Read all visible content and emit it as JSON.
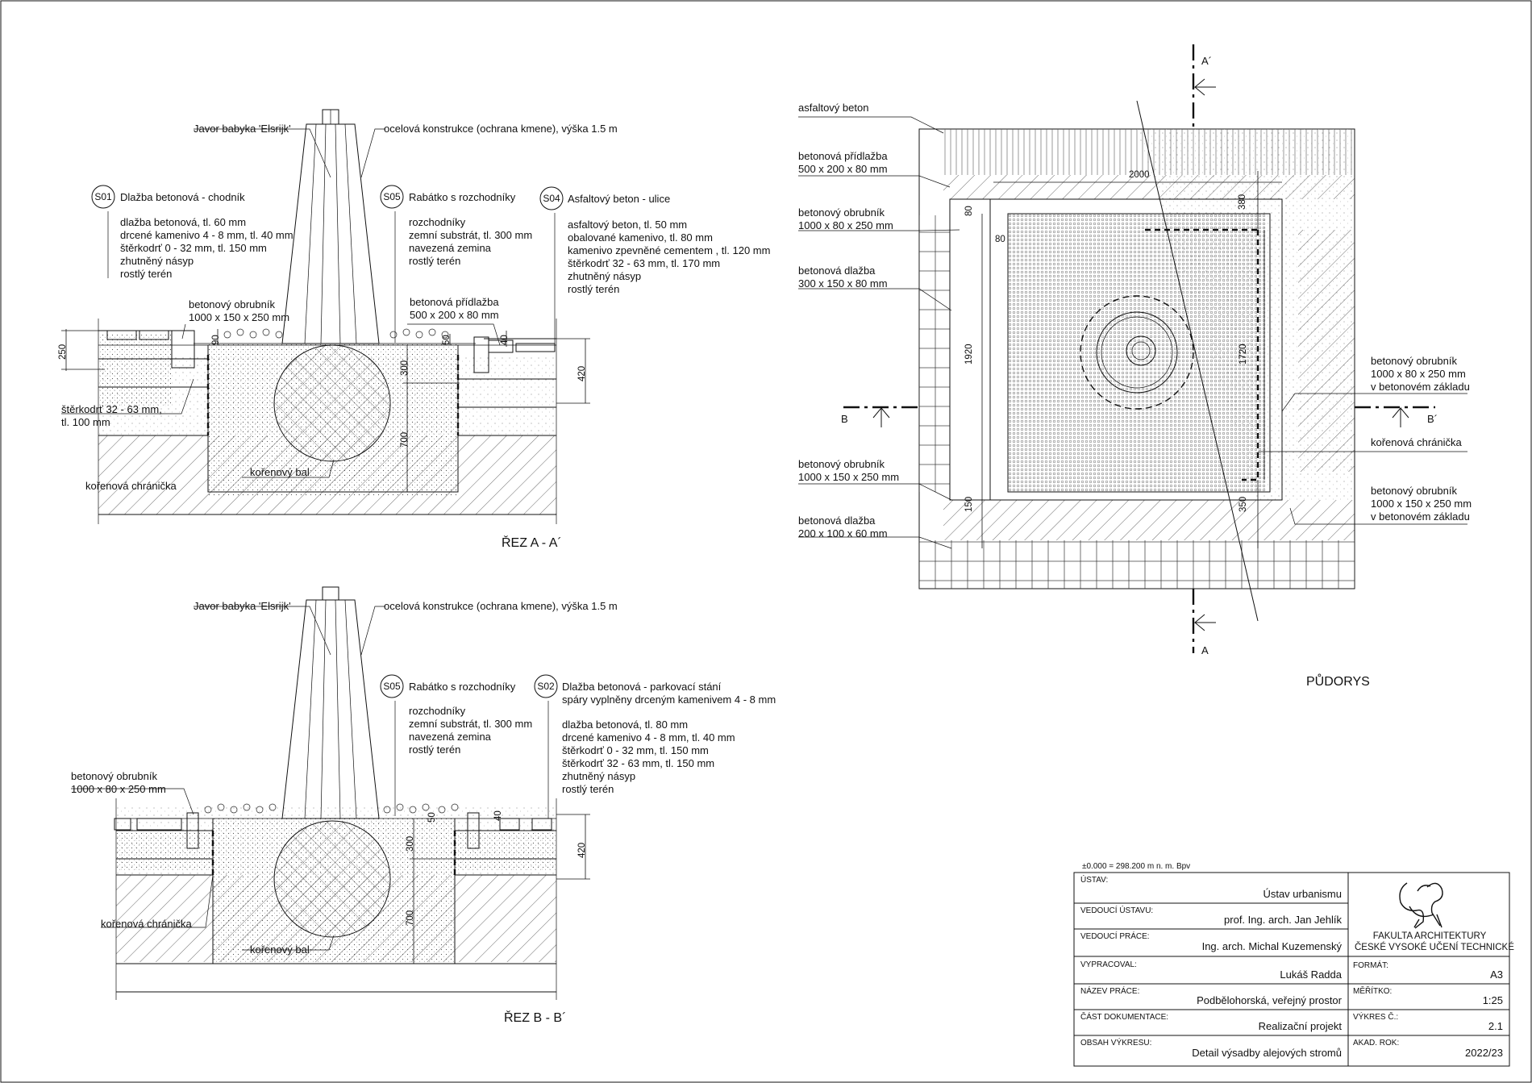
{
  "section_aa": {
    "title": "ŘEZ A - A´",
    "tree_label": "Javor babyka 'Elsrijk'",
    "steel_label": "ocelová konstrukce (ochrana kmene), výška 1.5 m",
    "s01": {
      "code": "S01",
      "title": "Dlažba betonová - chodník",
      "layers": [
        "dlažba betonová, tl. 60 mm",
        "drcené kamenivo 4 - 8 mm, tl. 40 mm",
        "štěrkodrť 0 - 32 mm, tl. 150 mm",
        "zhutněný násyp",
        "rostlý terén"
      ]
    },
    "s05": {
      "code": "S05",
      "title": "Rabátko s rozchodníky",
      "layers": [
        "rozchodníky",
        "zemní substrát, tl. 300 mm",
        "navezená zemina",
        "rostlý terén"
      ]
    },
    "s04": {
      "code": "S04",
      "title": "Asfaltový beton - ulice",
      "layers": [
        "asfaltový beton, tl. 50 mm",
        "obalované kamenivo, tl. 80 mm",
        "kamenivo zpevněné cementem , tl. 120 mm",
        "štěrkodrť 32 - 63 mm, tl. 170 mm",
        "zhutněný násyp",
        "rostlý terén"
      ]
    },
    "curb_label": [
      "betonový obrubník",
      "1000 x 150 x 250 mm"
    ],
    "paving_label": [
      "betonová přídlažba",
      "500 x 200 x 80 mm"
    ],
    "gravel_label": [
      "štěrkodrť 32 - 63 mm,",
      "tl. 100 mm"
    ],
    "root_guard": "kořenová chránička",
    "root_ball": "kořenový bal",
    "dims": {
      "d250": "250",
      "d90": "90",
      "d300": "300",
      "d700": "700",
      "d50": "50",
      "d40": "40",
      "d420": "420"
    }
  },
  "section_bb": {
    "title": "ŘEZ B - B´",
    "tree_label": "Javor babyka 'Elsrijk'",
    "steel_label": "ocelová konstrukce (ochrana kmene), výška 1.5 m",
    "s05": {
      "code": "S05",
      "title": "Rabátko s rozchodníky",
      "layers": [
        "rozchodníky",
        "zemní substrát, tl. 300 mm",
        "navezená zemina",
        "rostlý terén"
      ]
    },
    "s02": {
      "code": "S02",
      "title": "Dlažba betonová - parkovací stání",
      "subtitle": "spáry vyplněny drceným kamenivem 4 - 8 mm",
      "layers": [
        "dlažba betonová, tl. 80 mm",
        "drcené kamenivo 4 - 8 mm, tl. 40 mm",
        "štěrkodrť 0 - 32 mm, tl. 150 mm",
        "štěrkodrť 32 - 63 mm, tl. 150 mm",
        "zhutněný násyp",
        "rostlý terén"
      ]
    },
    "curb_label": [
      "betonový obrubník",
      "1000 x 80 x 250 mm"
    ],
    "root_guard": "kořenová chránička",
    "root_ball": "kořenový bal",
    "dims": {
      "d300": "300",
      "d700": "700",
      "d50": "50",
      "d40": "40",
      "d420": "420"
    }
  },
  "plan": {
    "title": "PŮDORYS",
    "section_a_top": "A´",
    "section_a_bottom": "A",
    "section_b_left": "B",
    "section_b_right": "B´",
    "left_labels": [
      [
        "asfaltový beton"
      ],
      [
        "betonová přídlažba",
        "500 x 200 x 80 mm"
      ],
      [
        "betonový obrubník",
        "1000 x 80 x 250 mm"
      ],
      [
        "betonová dlažba",
        "300 x 150 x 80 mm"
      ],
      [
        "betonový obrubník",
        "1000 x 150 x 250 mm"
      ],
      [
        "betonová dlažba",
        "200 x 100 x 60 mm"
      ]
    ],
    "right_labels": [
      [
        "betonový obrubník",
        "1000 x 80 x 250 mm",
        "v betonovém základu"
      ],
      [
        "kořenová chránička"
      ],
      [
        "betonový obrubník",
        "1000 x 150 x 250 mm",
        "v betonovém základu"
      ]
    ],
    "dims": {
      "d2000": "2000",
      "d380": "380",
      "d80a": "80",
      "d80b": "80",
      "d1920": "1920",
      "d1720": "1720",
      "d150": "150",
      "d350": "350"
    }
  },
  "title_block": {
    "datum": "±0.000 = 298.200 m n. m. Bpv",
    "rows_top": [
      {
        "label": "ÚSTAV:",
        "value": "Ústav urbanismu"
      },
      {
        "label": "VEDOUCÍ ÚSTAVU:",
        "value": "prof. Ing. arch. Jan Jehlík"
      },
      {
        "label": "VEDOUCÍ PRÁCE:",
        "value": "Ing. arch. Michal Kuzemenský"
      }
    ],
    "faculty": [
      "FAKULTA ARCHITEKTURY",
      "ČESKÉ VYSOKÉ UČENÍ TECHNICKÉ"
    ],
    "rows_left": [
      {
        "label": "VYPRACOVAL:",
        "value": "Lukáš Radda"
      },
      {
        "label": "NÁZEV PRÁCE:",
        "value": "Podbělohorská, veřejný prostor"
      },
      {
        "label": "ČÁST DOKUMENTACE:",
        "value": "Realizační projekt"
      },
      {
        "label": "OBSAH VÝKRESU:",
        "value": "Detail výsadby alejových stromů"
      }
    ],
    "rows_right": [
      {
        "label": "FORMÁT:",
        "value": "A3"
      },
      {
        "label": "MĚŘÍTKO:",
        "value": "1:25"
      },
      {
        "label": "VÝKRES Č.:",
        "value": "2.1"
      },
      {
        "label": "AKAD. ROK:",
        "value": "2022/23"
      }
    ]
  }
}
